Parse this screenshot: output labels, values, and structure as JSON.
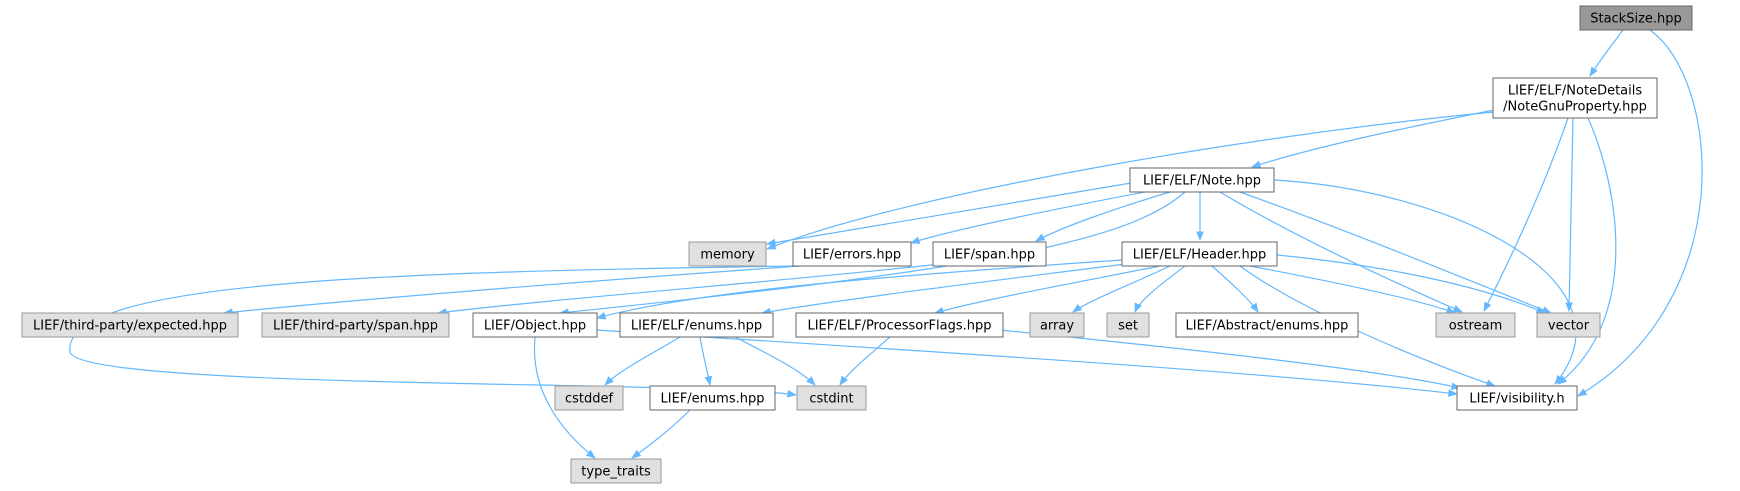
{
  "colors": {
    "edge": "#63b8ff",
    "node_border": "#666666",
    "root_fill": "#999999",
    "local_fill": "#ffffff",
    "system_fill": "#e0e0e0",
    "system_border": "#999999"
  },
  "nodes": [
    {
      "id": "stacksize",
      "label": "StackSize.hpp",
      "kind": "root"
    },
    {
      "id": "notegnu",
      "label_lines": [
        "LIEF/ELF/NoteDetails",
        "/NoteGnuProperty.hpp"
      ],
      "kind": "local"
    },
    {
      "id": "note",
      "label": "LIEF/ELF/Note.hpp",
      "kind": "local"
    },
    {
      "id": "memory",
      "label": "memory",
      "kind": "system"
    },
    {
      "id": "errors",
      "label": "LIEF/errors.hpp",
      "kind": "local"
    },
    {
      "id": "span",
      "label": "LIEF/span.hpp",
      "kind": "local"
    },
    {
      "id": "header",
      "label": "LIEF/ELF/Header.hpp",
      "kind": "local"
    },
    {
      "id": "expected",
      "label": "LIEF/third-party/expected.hpp",
      "kind": "system"
    },
    {
      "id": "tpspan",
      "label": "LIEF/third-party/span.hpp",
      "kind": "system"
    },
    {
      "id": "object",
      "label": "LIEF/Object.hpp",
      "kind": "local"
    },
    {
      "id": "elfenums",
      "label": "LIEF/ELF/enums.hpp",
      "kind": "local"
    },
    {
      "id": "procflags",
      "label": "LIEF/ELF/ProcessorFlags.hpp",
      "kind": "local"
    },
    {
      "id": "array",
      "label": "array",
      "kind": "system"
    },
    {
      "id": "set",
      "label": "set",
      "kind": "system"
    },
    {
      "id": "absenums",
      "label": "LIEF/Abstract/enums.hpp",
      "kind": "local"
    },
    {
      "id": "ostream",
      "label": "ostream",
      "kind": "system"
    },
    {
      "id": "vector",
      "label": "vector",
      "kind": "system"
    },
    {
      "id": "cstddef",
      "label": "cstddef",
      "kind": "system"
    },
    {
      "id": "liefenums",
      "label": "LIEF/enums.hpp",
      "kind": "local"
    },
    {
      "id": "cstdint",
      "label": "cstdint",
      "kind": "system"
    },
    {
      "id": "visibility",
      "label": "LIEF/visibility.h",
      "kind": "local"
    },
    {
      "id": "typetraits",
      "label": "type_traits",
      "kind": "system"
    }
  ],
  "edges": [
    {
      "from": "stacksize",
      "to": "notegnu"
    },
    {
      "from": "stacksize",
      "to": "visibility"
    },
    {
      "from": "notegnu",
      "to": "note"
    },
    {
      "from": "notegnu",
      "to": "memory"
    },
    {
      "from": "notegnu",
      "to": "ostream"
    },
    {
      "from": "notegnu",
      "to": "vector"
    },
    {
      "from": "notegnu",
      "to": "visibility"
    },
    {
      "from": "note",
      "to": "memory"
    },
    {
      "from": "note",
      "to": "errors"
    },
    {
      "from": "note",
      "to": "span"
    },
    {
      "from": "note",
      "to": "header"
    },
    {
      "from": "note",
      "to": "object"
    },
    {
      "from": "note",
      "to": "ostream"
    },
    {
      "from": "note",
      "to": "vector"
    },
    {
      "from": "note",
      "to": "visibility"
    },
    {
      "from": "errors",
      "to": "expected"
    },
    {
      "from": "errors",
      "to": "cstdint"
    },
    {
      "from": "span",
      "to": "tpspan"
    },
    {
      "from": "header",
      "to": "object"
    },
    {
      "from": "header",
      "to": "elfenums"
    },
    {
      "from": "header",
      "to": "procflags"
    },
    {
      "from": "header",
      "to": "array"
    },
    {
      "from": "header",
      "to": "set"
    },
    {
      "from": "header",
      "to": "absenums"
    },
    {
      "from": "header",
      "to": "ostream"
    },
    {
      "from": "header",
      "to": "vector"
    },
    {
      "from": "header",
      "to": "visibility"
    },
    {
      "from": "object",
      "to": "typetraits"
    },
    {
      "from": "object",
      "to": "visibility"
    },
    {
      "from": "elfenums",
      "to": "cstddef"
    },
    {
      "from": "elfenums",
      "to": "liefenums"
    },
    {
      "from": "elfenums",
      "to": "cstdint"
    },
    {
      "from": "procflags",
      "to": "cstdint"
    },
    {
      "from": "procflags",
      "to": "visibility"
    },
    {
      "from": "liefenums",
      "to": "typetraits"
    }
  ]
}
